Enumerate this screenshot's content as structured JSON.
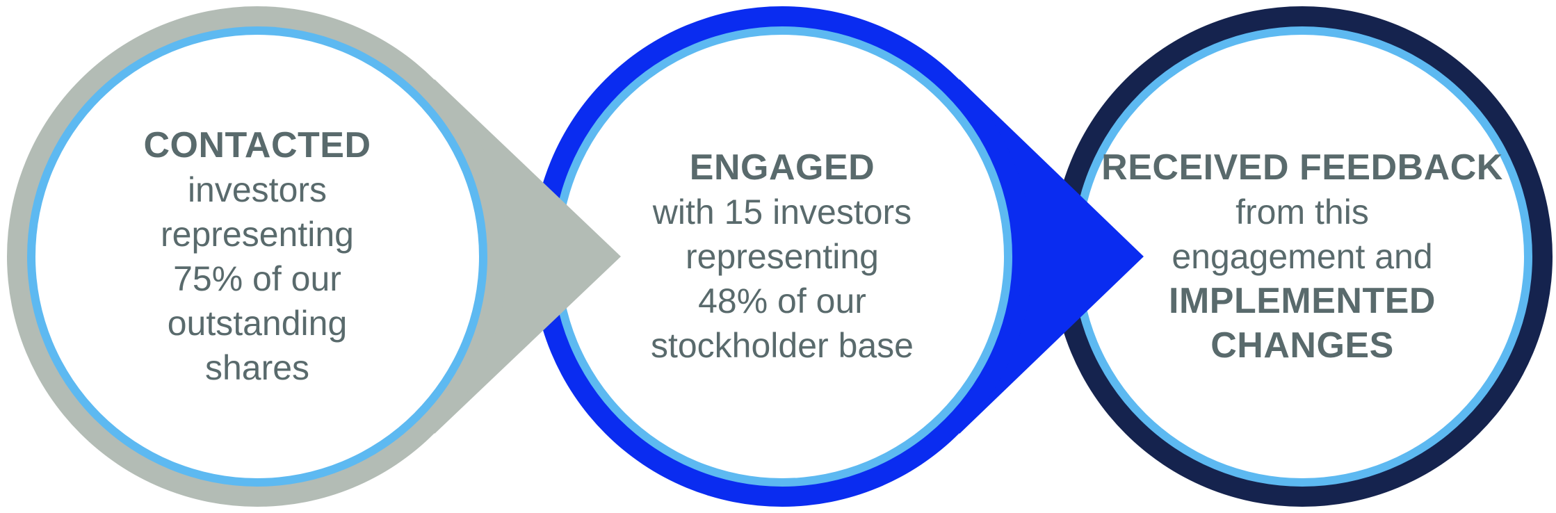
{
  "diagram": {
    "background_color": "#ffffff",
    "text_color": "#596a6c",
    "inner_ring_color": "#5db9f1",
    "face_color": "#ffffff",
    "steps": [
      {
        "name": "contacted",
        "ring_color": "#b3bcb5",
        "has_arrow": true,
        "lines": [
          {
            "text": "CONTACTED",
            "bold": true
          },
          {
            "text": "investors",
            "bold": false
          },
          {
            "text": "representing",
            "bold": false
          },
          {
            "text": "75% of our",
            "bold": false
          },
          {
            "text": "outstanding",
            "bold": false
          },
          {
            "text": "shares",
            "bold": false
          }
        ]
      },
      {
        "name": "engaged",
        "ring_color": "#0a2cf0",
        "has_arrow": true,
        "lines": [
          {
            "text": "ENGAGED",
            "bold": true
          },
          {
            "text": "with 15 investors",
            "bold": false
          },
          {
            "text": "representing",
            "bold": false
          },
          {
            "text": "48% of our",
            "bold": false
          },
          {
            "text": "stockholder base",
            "bold": false
          }
        ]
      },
      {
        "name": "received-feedback",
        "ring_color": "#15234e",
        "has_arrow": false,
        "lines": [
          {
            "text": "RECEIVED FEEDBACK",
            "bold": true
          },
          {
            "text": "from this",
            "bold": false
          },
          {
            "text": "engagement and",
            "bold": false
          },
          {
            "text": "IMPLEMENTED",
            "bold": true
          },
          {
            "text": "CHANGES",
            "bold": true
          }
        ]
      }
    ]
  }
}
